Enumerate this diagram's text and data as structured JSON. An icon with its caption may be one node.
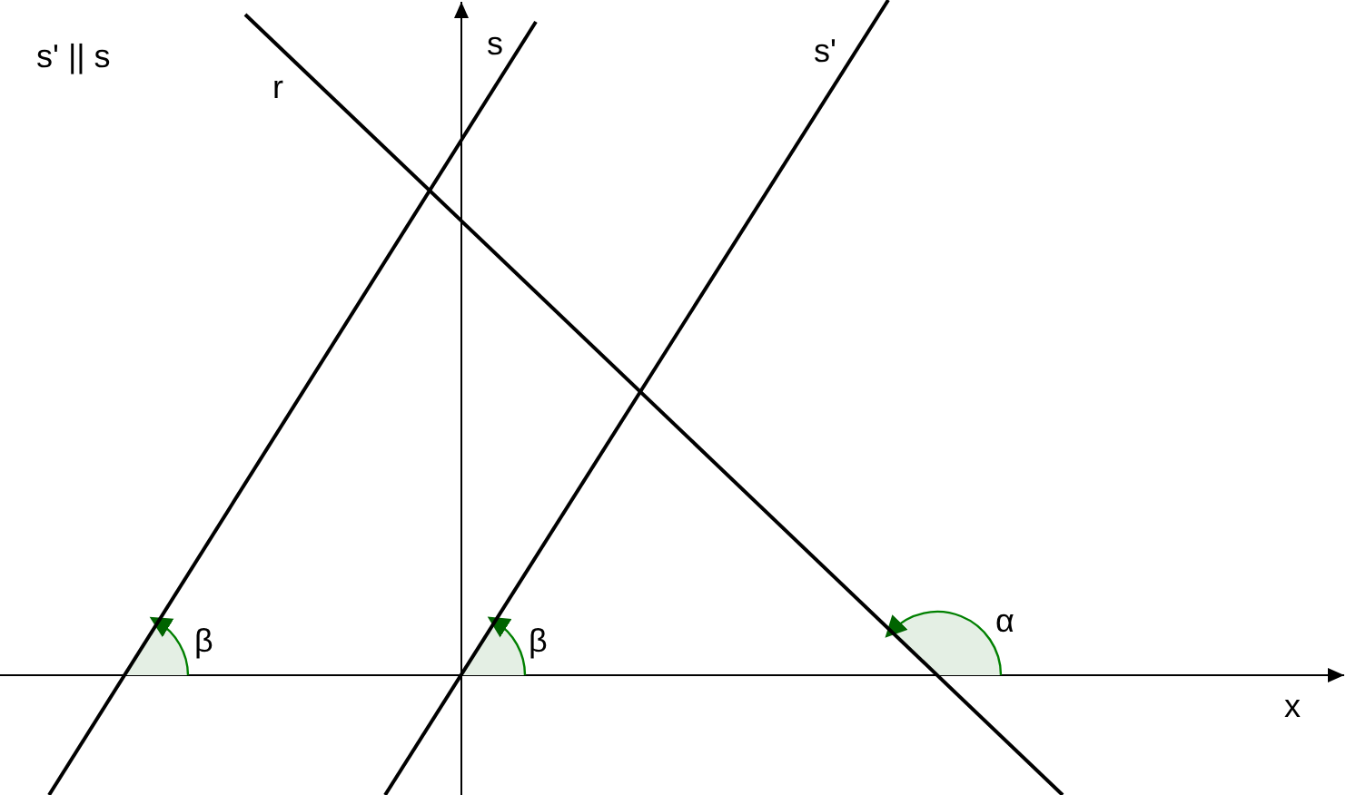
{
  "diagram": {
    "labels": [
      "s' || s",
      "r",
      "s",
      "s'",
      "β",
      "β",
      "α",
      "x"
    ]
  }
}
